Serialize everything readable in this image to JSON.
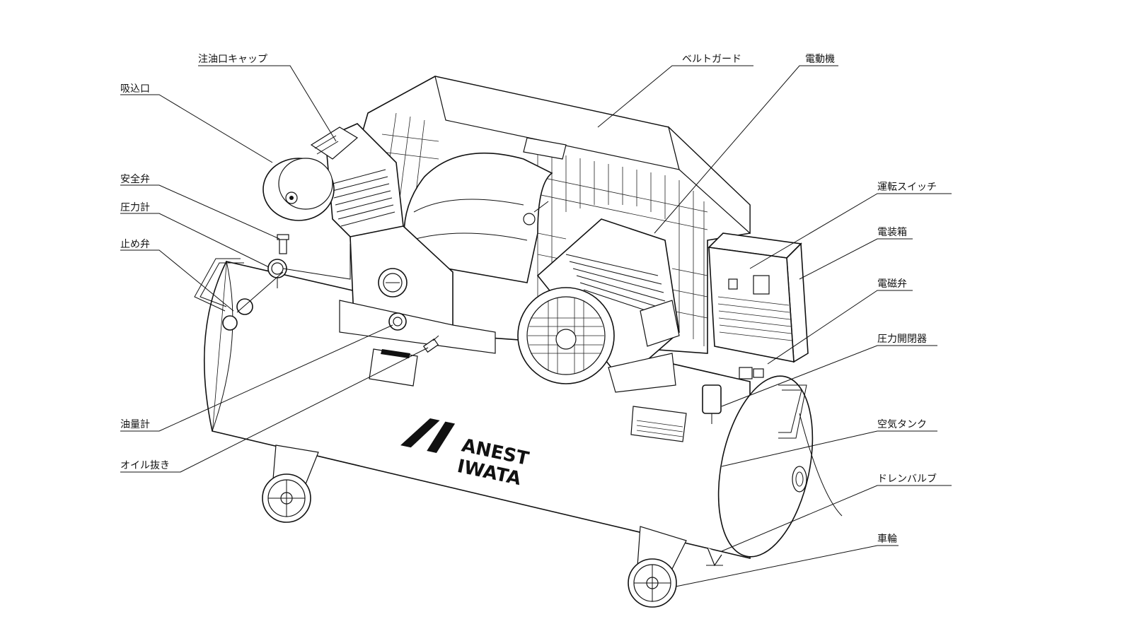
{
  "labels": {
    "intake": "吸込口",
    "oil_cap": "注油口キャップ",
    "belt_guard": "ベルトガード",
    "motor": "電動機",
    "safety_valve": "安全弁",
    "pressure_gauge": "圧力計",
    "check_valve": "止め弁",
    "run_switch": "運転スイッチ",
    "electrical_box": "電装箱",
    "solenoid_valve": "電磁弁",
    "pressure_switch": "圧力開閉器",
    "oil_level_gauge": "油量計",
    "oil_drain": "オイル抜き",
    "air_tank": "空気タンク",
    "drain_valve": "ドレンバルブ",
    "wheel": "車輪"
  },
  "logo": {
    "line1": "ANEST",
    "line2": "IWATA"
  },
  "colors": {
    "line": "#111111",
    "background": "#ffffff"
  }
}
